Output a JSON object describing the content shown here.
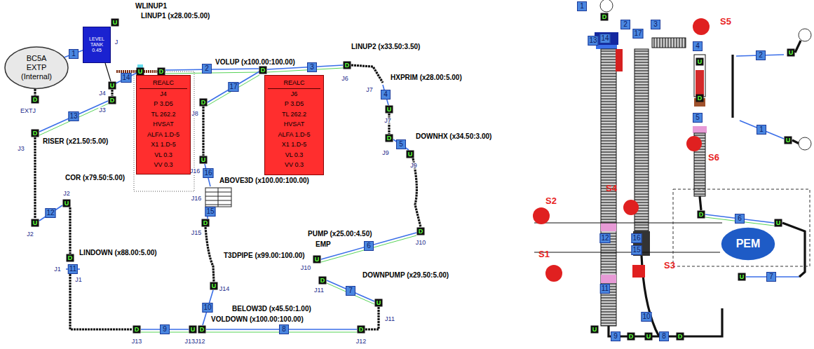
{
  "diagram": {
    "nodes": [
      {
        "text": [
          "BC5A EXTP (Internal)"
        ]
      },
      {
        "text": [
          "LEVEL TANK",
          "0.45"
        ]
      },
      {
        "text": [
          "REALC",
          "J4",
          "P 3.D5",
          "TL 262.2",
          "HVSAT",
          "ALFA 1.D-5",
          "X1 1.D-5",
          "VL 0.3",
          "VV 0.3"
        ]
      },
      {
        "text": [
          "REALC",
          "J6",
          "P 3.D5",
          "TL 262.2",
          "HVSAT",
          "ALFA 1.D-5",
          "X1 1.D-5",
          "VL 0.3",
          "VV 0.3"
        ]
      },
      {
        "text": [
          "PEM"
        ]
      }
    ],
    "edges": [
      {
        "from": 0,
        "to": 1,
        "arrow": "none",
        "label": "1"
      }
    ],
    "labels": [
      "WLINUP1",
      "LINUP1 (x28.00:5.00)",
      "VOLUP (x100.00:100.00)",
      "LINUP2 (x33.50:3.50)",
      "HXPRIM (x28.00:5.00)",
      "DOWNHX (x34.50:3.00)",
      "RISER (x21.50:5.00)",
      "COR (x79.50:5.00)",
      "ABOVE3D (x100.00:100.00)",
      "T3DPIPE (x99.00:100.00)",
      "PUMP (x25.00:4.50)",
      "EMP",
      "DOWNPUMP (x29.50:5.00)",
      "LINDOWN (x88.00:5.00)",
      "BELOW3D (x45.50:1.00)",
      "VOLDOWN (x100.00:100.00)",
      "EXTJ",
      "J",
      "J4",
      "J3",
      "J3",
      "J2",
      "J2",
      "J1",
      "J1",
      "J13",
      "J13J12",
      "J12",
      "J14",
      "J15",
      "J16",
      "J16",
      "J8",
      "J6",
      "J7",
      "J7",
      "J9",
      "J9",
      "J10",
      "J10",
      "J11",
      "J11",
      "13",
      "14",
      "2",
      "17",
      "3",
      "4",
      "5",
      "6",
      "7",
      "8",
      "9",
      "10",
      "11",
      "12",
      "15",
      "16",
      "D",
      "U",
      "D",
      "D",
      "U",
      "U",
      "D",
      "D",
      "U",
      "D",
      "U",
      "D",
      "U",
      "D",
      "U",
      "D",
      "U",
      "D",
      "U",
      "D",
      "D",
      "D",
      "U",
      "D",
      "D",
      "U",
      "U",
      "1",
      "13",
      "14",
      "2",
      "17",
      "3",
      "4",
      "5",
      "16",
      "15",
      "12",
      "11",
      "10",
      "9",
      "8",
      "7",
      "6",
      "2",
      "1",
      "S5",
      "S6",
      "S4",
      "S2",
      "S1",
      "S3",
      "D",
      "U",
      "D",
      "D",
      "U",
      "U",
      "U",
      "D",
      "U",
      "D",
      "U",
      "U"
    ]
  }
}
